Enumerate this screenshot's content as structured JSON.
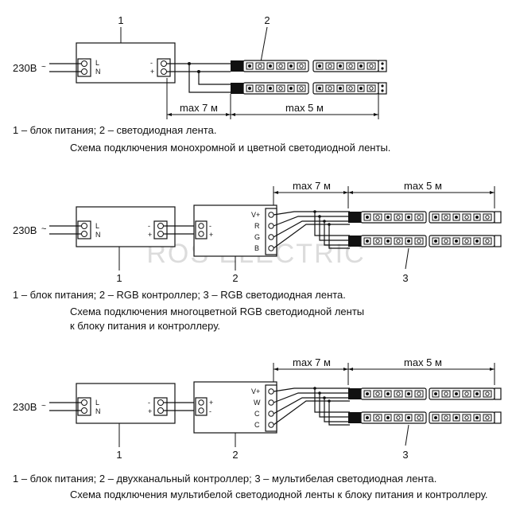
{
  "d1": {
    "num_psu": "1",
    "num_strip": "2",
    "voltage": "230В",
    "L": "L",
    "N": "N",
    "minus": "-",
    "plus": "+",
    "max_cable": "max 7 м",
    "max_strip": "max 5 м",
    "legend": "1 – блок питания;  2 – светодиодная лента.",
    "caption": "Схема подключения монохромной и цветной светодиодной ленты."
  },
  "d2": {
    "voltage": "230В",
    "L": "L",
    "N": "N",
    "minus": "-",
    "plus": "+",
    "ctrl_minus": "-",
    "ctrl_plus": "+",
    "ch_v": "V+",
    "ch_r": "R",
    "ch_g": "G",
    "ch_b": "B",
    "max_cable": "max 7 м",
    "max_strip": "max 5 м",
    "num_psu": "1",
    "num_ctrl": "2",
    "num_strip": "3",
    "legend": "1 – блок питания;  2 – RGB контроллер;  3 – RGB светодиодная лента.",
    "caption_line1": "Схема подключения многоцветной RGB светодиодной ленты",
    "caption_line2": "к блоку питания и контроллеру."
  },
  "d3": {
    "voltage": "230В",
    "L": "L",
    "N": "N",
    "minus": "-",
    "plus": "+",
    "ctrl_plus": "+",
    "ctrl_minus": "-",
    "ch_v": "V+",
    "ch_w": "W",
    "ch_c1": "C",
    "ch_c2": "C",
    "max_cable": "max 7 м",
    "max_strip": "max 5 м",
    "num_psu": "1",
    "num_ctrl": "2",
    "num_strip": "3",
    "legend": "1 – блок питания;  2 – двухканальный контроллер;  3 – мультибелая светодиодная лента.",
    "caption": "Схема подключения мультибелой светодиодной ленты к блоку питания и контроллеру."
  },
  "watermark": "ROS ELECTRIC"
}
